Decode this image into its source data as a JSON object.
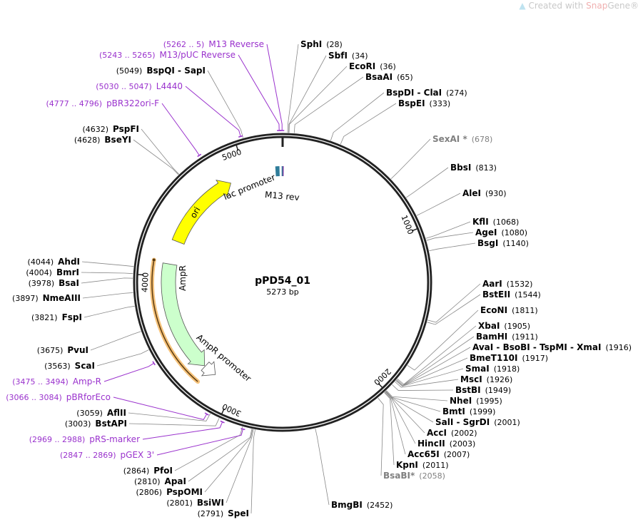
{
  "watermark": {
    "prefix": "Created with ",
    "brand_a": "Snap",
    "brand_b": "Gene",
    "reg": "®"
  },
  "map": {
    "name": "pPD54_01",
    "size_label": "5273 bp",
    "total_bp": 5273
  },
  "ticks": [
    {
      "bp": 1000,
      "label": "1000"
    },
    {
      "bp": 2000,
      "label": "2000"
    },
    {
      "bp": 3000,
      "label": "3000"
    },
    {
      "bp": 4000,
      "label": "4000"
    },
    {
      "bp": 5000,
      "label": "5000"
    }
  ],
  "features": {
    "ori": "ori",
    "ampr": "AmpR",
    "ampr_promoter": "AmpR promoter",
    "lac_promoter": "lac promoter",
    "m13_rev": "M13 rev"
  },
  "colors": {
    "ori": "#ffff00",
    "ampr": "#ccffcc",
    "primer": "#9a32cd",
    "highlight": "#f5c27a",
    "lac": "#2f7d9a",
    "m13": "#7a3fa0"
  },
  "enzymes": [
    {
      "name": "SphI",
      "pos": "(28)",
      "bp": 28
    },
    {
      "name": "SbfI",
      "pos": "(34)",
      "bp": 34
    },
    {
      "name": "EcoRI",
      "pos": "(36)",
      "bp": 36
    },
    {
      "name": "BsaAI",
      "pos": "(65)",
      "bp": 65
    },
    {
      "name": "BspDI  - ClaI",
      "pos": "(274)",
      "bp": 274
    },
    {
      "name": "BspEI",
      "pos": "(333)",
      "bp": 333
    },
    {
      "name": "SexAI *",
      "pos": "(678)",
      "bp": 678,
      "gray": true
    },
    {
      "name": "BbsI",
      "pos": "(813)",
      "bp": 813
    },
    {
      "name": "AleI",
      "pos": "(930)",
      "bp": 930
    },
    {
      "name": "KflI",
      "pos": "(1068)",
      "bp": 1068
    },
    {
      "name": "AgeI",
      "pos": "(1080)",
      "bp": 1080
    },
    {
      "name": "BsgI",
      "pos": "(1140)",
      "bp": 1140
    },
    {
      "name": "AarI",
      "pos": "(1532)",
      "bp": 1532
    },
    {
      "name": "BstEII",
      "pos": "(1544)",
      "bp": 1544
    },
    {
      "name": "EcoNI",
      "pos": "(1811)",
      "bp": 1811
    },
    {
      "name": "XbaI",
      "pos": "(1905)",
      "bp": 1905
    },
    {
      "name": "BamHI",
      "pos": "(1911)",
      "bp": 1911
    },
    {
      "name": "AvaI  - BsoBI - TspMI  - XmaI",
      "pos": "(1916)",
      "bp": 1916
    },
    {
      "name": "BmeT110I",
      "pos": "(1917)",
      "bp": 1917
    },
    {
      "name": "SmaI",
      "pos": "(1918)",
      "bp": 1918
    },
    {
      "name": "MscI",
      "pos": "(1926)",
      "bp": 1926
    },
    {
      "name": "BstBI",
      "pos": "(1949)",
      "bp": 1949
    },
    {
      "name": "NheI",
      "pos": "(1995)",
      "bp": 1995
    },
    {
      "name": "BmtI",
      "pos": "(1999)",
      "bp": 1999
    },
    {
      "name": "SalI  - SgrDI",
      "pos": "(2001)",
      "bp": 2001
    },
    {
      "name": "AccI",
      "pos": "(2002)",
      "bp": 2002
    },
    {
      "name": "HincII",
      "pos": "(2003)",
      "bp": 2003
    },
    {
      "name": "Acc65I",
      "pos": "(2007)",
      "bp": 2007
    },
    {
      "name": "KpnI",
      "pos": "(2011)",
      "bp": 2011
    },
    {
      "name": "BsaBI*",
      "pos": "(2058)",
      "bp": 2058,
      "gray": true
    },
    {
      "name": "BmgBI",
      "pos": "(2452)",
      "bp": 2452
    },
    {
      "name": "SpeI",
      "pos": "(2791)",
      "bp": 2791
    },
    {
      "name": "BsiWI",
      "pos": "(2801)",
      "bp": 2801
    },
    {
      "name": "PspOMI",
      "pos": "(2806)",
      "bp": 2806
    },
    {
      "name": "ApaI",
      "pos": "(2810)",
      "bp": 2810
    },
    {
      "name": "PfoI",
      "pos": "(2864)",
      "bp": 2864
    },
    {
      "name": "BstAPI",
      "pos": "(3003)",
      "bp": 3003
    },
    {
      "name": "AflII",
      "pos": "(3059)",
      "bp": 3059
    },
    {
      "name": "ScaI",
      "pos": "(3563)",
      "bp": 3563
    },
    {
      "name": "PvuI",
      "pos": "(3675)",
      "bp": 3675
    },
    {
      "name": "FspI",
      "pos": "(3821)",
      "bp": 3821
    },
    {
      "name": "NmeAIII",
      "pos": "(3897)",
      "bp": 3897
    },
    {
      "name": "BsaI",
      "pos": "(3978)",
      "bp": 3978
    },
    {
      "name": "BmrI",
      "pos": "(4004)",
      "bp": 4004
    },
    {
      "name": "AhdI",
      "pos": "(4044)",
      "bp": 4044
    },
    {
      "name": "BseYI",
      "pos": "(4628)",
      "bp": 4628
    },
    {
      "name": "PspFI",
      "pos": "(4632)",
      "bp": 4632
    },
    {
      "name": "BspQI  - SapI",
      "pos": "(5049)",
      "bp": 5049
    }
  ],
  "primers": [
    {
      "name": "M13 Reverse",
      "range": "(5262 .. 5)",
      "bp": 5270
    },
    {
      "name": "M13/pUC Reverse",
      "range": "(5243 .. 5265)",
      "bp": 5254
    },
    {
      "name": "L4440",
      "range": "(5030 .. 5047)",
      "bp": 5038
    },
    {
      "name": "pBR322ori-F",
      "range": "(4777 .. 4796)",
      "bp": 4786
    },
    {
      "name": "Amp-R",
      "range": "(3475 .. 3494)",
      "bp": 3484
    },
    {
      "name": "pBRforEco",
      "range": "(3066 .. 3084)",
      "bp": 3075
    },
    {
      "name": "pRS-marker",
      "range": "(2969 .. 2988)",
      "bp": 2978
    },
    {
      "name": "pGEX 3'",
      "range": "(2847 .. 2869)",
      "bp": 2858
    }
  ]
}
